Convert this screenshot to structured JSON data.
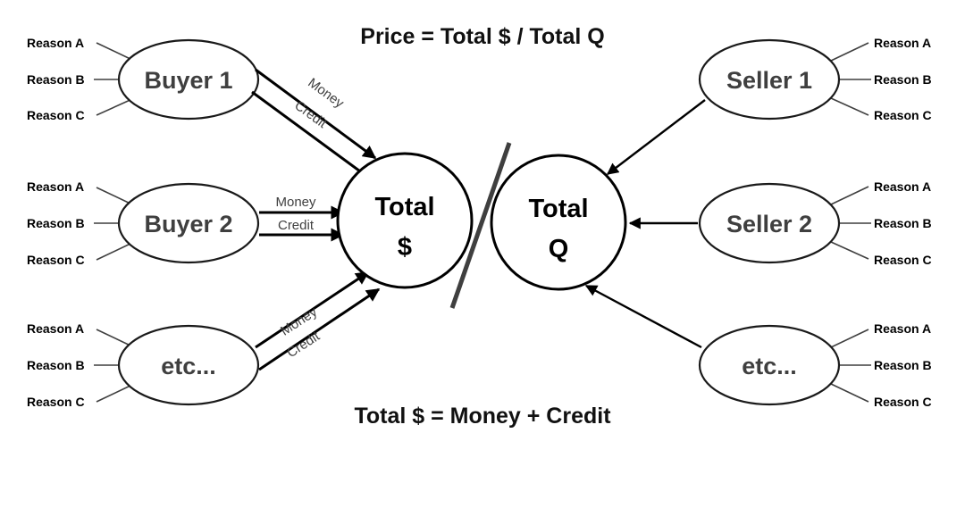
{
  "headings": {
    "top": "Price = Total $ / Total Q",
    "bottom": "Total $ = Money + Credit"
  },
  "reasons": {
    "a": "Reason A",
    "b": "Reason B",
    "c": "Reason C"
  },
  "flows": {
    "money": "Money",
    "credit": "Credit"
  },
  "buyers": [
    {
      "id": "buyer-1",
      "label": "Buyer 1"
    },
    {
      "id": "buyer-2",
      "label": "Buyer 2"
    },
    {
      "id": "buyer-etc",
      "label": "etc..."
    }
  ],
  "sellers": [
    {
      "id": "seller-1",
      "label": "Seller 1"
    },
    {
      "id": "seller-2",
      "label": "Seller 2"
    },
    {
      "id": "seller-etc",
      "label": "etc..."
    }
  ],
  "totals": {
    "dollars_line1": "Total",
    "dollars_line2": "$",
    "quantity_line1": "Total",
    "quantity_line2": "Q"
  },
  "colors": {
    "background": "#ffffff",
    "outline": "#1a1a1a",
    "node_text": "#3f3f3f",
    "heading_text": "#111111",
    "divider": "#3f3f3f"
  }
}
